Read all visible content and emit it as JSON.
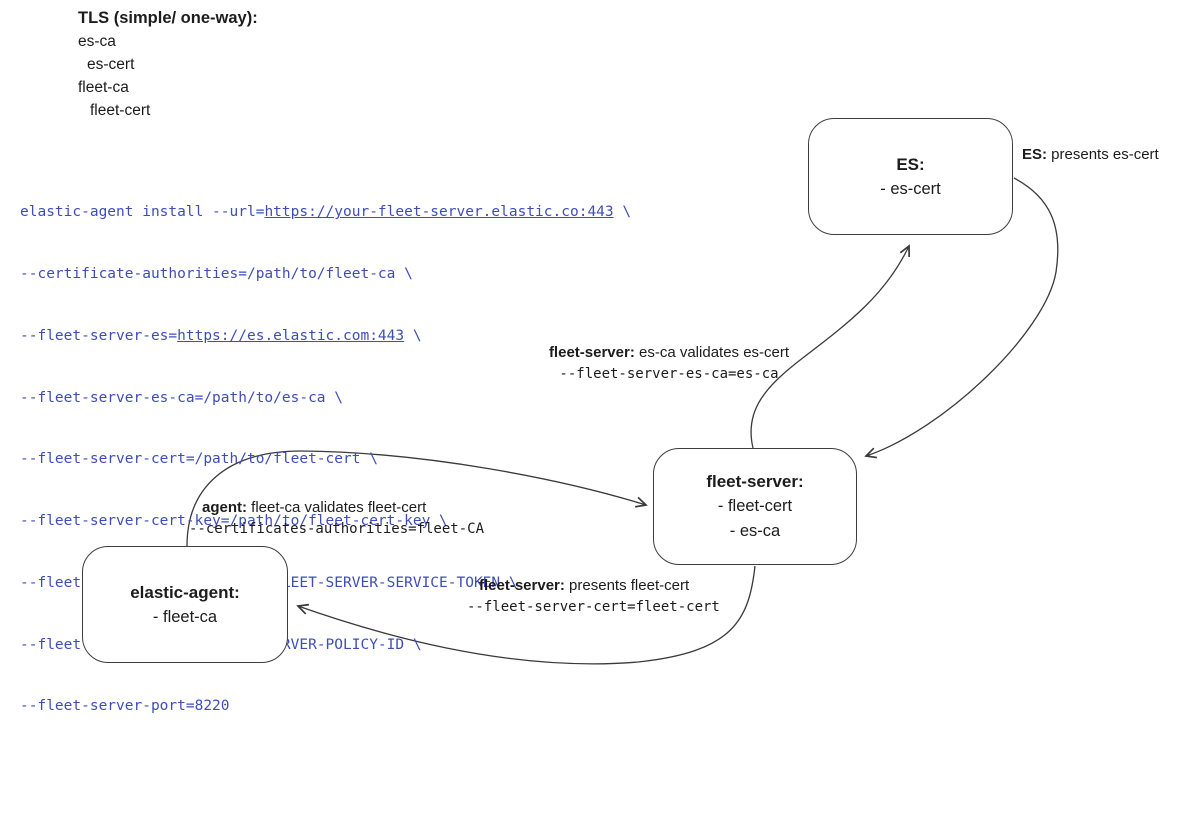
{
  "legend": {
    "title": "TLS (simple/ one-way):",
    "items": [
      "es-ca",
      "es-cert",
      "fleet-ca",
      "fleet-cert"
    ]
  },
  "code": {
    "color": "#3e4db8",
    "lines": [
      {
        "pre": "elastic-agent install --url=",
        "link": "https://your-fleet-server.elastic.co:443",
        "post": " \\"
      },
      {
        "pre": "--certificate-authorities=/path/to/fleet-ca \\"
      },
      {
        "pre": "--fleet-server-es=",
        "link": "https://es.elastic.com:443",
        "post": " \\"
      },
      {
        "pre": "--fleet-server-es-ca=/path/to/es-ca \\"
      },
      {
        "pre": "--fleet-server-cert=/path/to/fleet-cert \\"
      },
      {
        "pre": "--fleet-server-cert-key=/path/to/fleet-cert-key \\"
      },
      {
        "pre": "--fleet-server-service-token=FLEET-SERVER-SERVICE-TOKEN \\"
      },
      {
        "pre": "--fleet-server-policy=FLEET-SERVER-POLICY-ID \\"
      },
      {
        "pre": "--fleet-server-port=8220"
      }
    ]
  },
  "nodes": {
    "es": {
      "title": "ES:",
      "items": [
        "- es-cert"
      ]
    },
    "fleet_server": {
      "title": "fleet-server:",
      "items": [
        "- fleet-cert",
        "- es-ca"
      ]
    },
    "elastic_agent": {
      "title": "elastic-agent:",
      "items": [
        "- fleet-ca"
      ]
    }
  },
  "labels": {
    "es_presents": {
      "bold": "ES:",
      "text": " presents es-cert"
    },
    "fs_validates": {
      "bold": "fleet-server:",
      "text": " es-ca validates es-cert",
      "code": "--fleet-server-es-ca=es-ca"
    },
    "agent_validates": {
      "bold": "agent:",
      "text": " fleet-ca validates fleet-cert",
      "code": "--certificates-authorities=fleet-CA"
    },
    "fs_presents": {
      "bold": "fleet-server:",
      "text": " presents fleet-cert",
      "code": "--fleet-server-cert=fleet-cert"
    }
  },
  "stroke_color": "#3a3a3a"
}
